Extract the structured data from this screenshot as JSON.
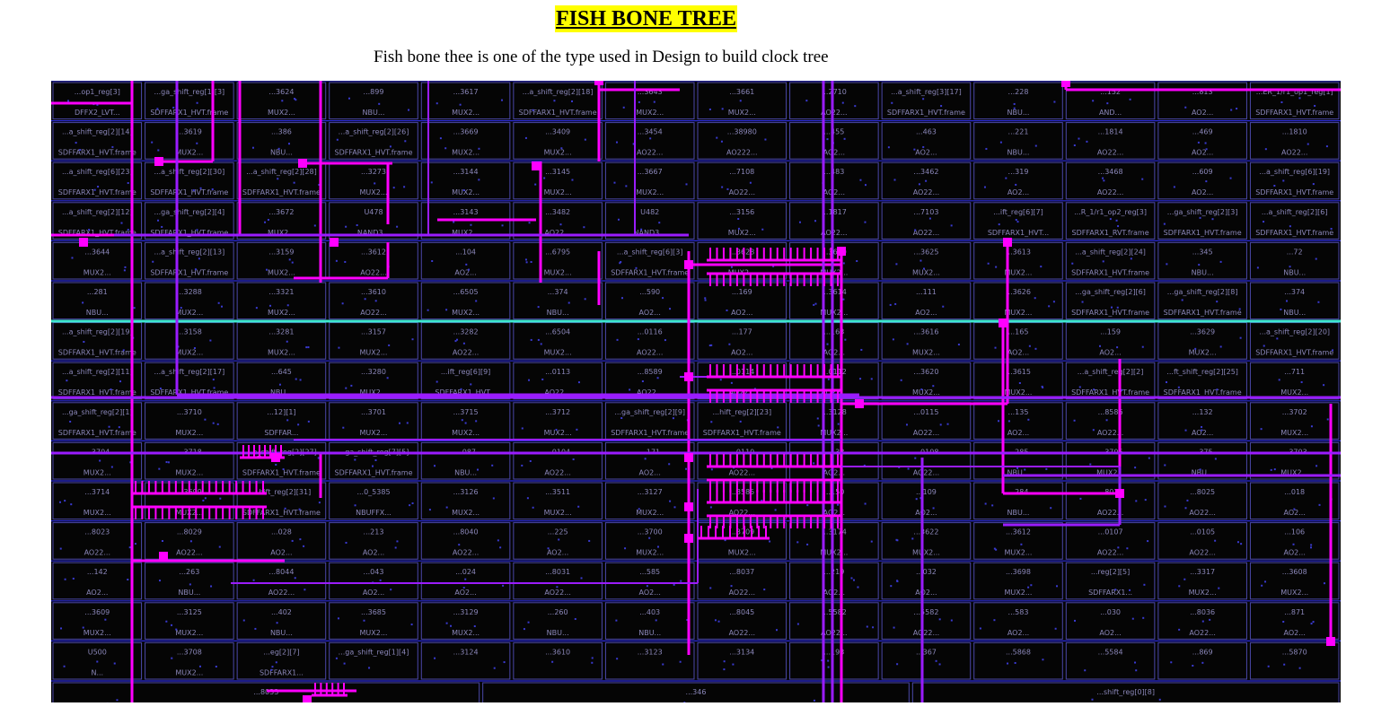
{
  "page": {
    "heading": "FISH BONE TREE",
    "subtitle": "Fish bone thee is one of the type used in Design to build clock tree"
  },
  "colors": {
    "background": "#ffffff",
    "heading_highlight": "#ffff00",
    "layout_background": "#050505",
    "row_line": "#2b2bd8",
    "cell_border": "#4a47a8",
    "clock_net_primary": "#ff00ff",
    "clock_net_secondary": "#9a1cff",
    "highlight_row": "#3ee8d0",
    "cell_label": "#8a86b8"
  },
  "layout": {
    "cells": [
      {
        "name": "...op1_reg[3]",
        "type": "DFFX2_LVT..."
      },
      {
        "name": "...ga_shift_reg[1][3]",
        "type": "SDFFARX1_HVT.frame"
      },
      {
        "name": "...3624",
        "type": "MUX2..."
      },
      {
        "name": "...899",
        "type": "NBU..."
      },
      {
        "name": "...3617",
        "type": "MUX2..."
      },
      {
        "name": "...a_shift_reg[2][18]",
        "type": "SDFFARX1_HVT.frame"
      },
      {
        "name": "...3643",
        "type": "MUX2..."
      },
      {
        "name": "...3661",
        "type": "MUX2..."
      },
      {
        "name": "...2710",
        "type": "AO22..."
      },
      {
        "name": "...a_shift_reg[3][17]",
        "type": "SDFFARX1_HVT.frame"
      },
      {
        "name": "...228",
        "type": "NBU..."
      },
      {
        "name": "...152",
        "type": "AND..."
      },
      {
        "name": "...813",
        "type": "AO2..."
      },
      {
        "name": "...ER_1/r1_op1_reg[1]",
        "type": "SDFFARX1_HVT.frame"
      },
      {
        "name": "...a_shift_reg[2][14]",
        "type": "SDFFARX1_HVT.frame"
      },
      {
        "name": "...3619",
        "type": "MUX2..."
      },
      {
        "name": "...386",
        "type": "NBU..."
      },
      {
        "name": "...a_shift_reg[2][26]",
        "type": "SDFFARX1_HVT.frame"
      },
      {
        "name": "...3669",
        "type": "MUX2..."
      },
      {
        "name": "...3409",
        "type": "MUX2..."
      },
      {
        "name": "...3454",
        "type": "AO22..."
      },
      {
        "name": "...38980",
        "type": "AO222..."
      },
      {
        "name": "...455",
        "type": "AO2..."
      },
      {
        "name": "...463",
        "type": "AO2..."
      },
      {
        "name": "...221",
        "type": "NBU..."
      },
      {
        "name": "...1814",
        "type": "AO22..."
      },
      {
        "name": "...469",
        "type": "AO2..."
      },
      {
        "name": "...1810",
        "type": "AO22..."
      },
      {
        "name": "...a_shift_reg[6][23]",
        "type": "SDFFARX1_HVT.frame"
      },
      {
        "name": "...a_shift_reg[2][30]",
        "type": "SDFFARX1_HVT.frame"
      },
      {
        "name": "...a_shift_reg[2][28]",
        "type": "SDFFARX1_HVT.frame"
      },
      {
        "name": "...3273",
        "type": "MUX2..."
      },
      {
        "name": "...3144",
        "type": "MUX2..."
      },
      {
        "name": "...3145",
        "type": "MUX2..."
      },
      {
        "name": "...3667",
        "type": "MUX2..."
      },
      {
        "name": "...7108",
        "type": "AO22..."
      },
      {
        "name": "...483",
        "type": "AO2..."
      },
      {
        "name": "...3462",
        "type": "AO22..."
      },
      {
        "name": "...319",
        "type": "AO2..."
      },
      {
        "name": "...3468",
        "type": "AO22..."
      },
      {
        "name": "...609",
        "type": "AO2..."
      },
      {
        "name": "...a_shift_reg[6][19]",
        "type": "SDFFARX1_HVT.frame"
      },
      {
        "name": "...a_shift_reg[2][12]",
        "type": "SDFFARX1_HVT.frame"
      },
      {
        "name": "...ga_shift_reg[2][4]",
        "type": "SDFFARX1_HVT.frame"
      },
      {
        "name": "...3672",
        "type": "MUX2..."
      },
      {
        "name": "U478",
        "type": "NAND3..."
      },
      {
        "name": "...3143",
        "type": "MUX2..."
      },
      {
        "name": "...3482",
        "type": "AO22..."
      },
      {
        "name": "U482",
        "type": "NAND3..."
      },
      {
        "name": "...3156",
        "type": "MUX2..."
      },
      {
        "name": "...1817",
        "type": "AO22..."
      },
      {
        "name": "...7103",
        "type": "AO22..."
      },
      {
        "name": "...ift_reg[6][7]",
        "type": "SDFFARX1_HVT..."
      },
      {
        "name": "...R_1/r1_op2_reg[3]",
        "type": "SDFFARX1_RVT.frame"
      },
      {
        "name": "...ga_shift_reg[2][3]",
        "type": "SDFFARX1_HVT.frame"
      },
      {
        "name": "...a_shift_reg[2][6]",
        "type": "SDFFARX1_HVT.frame"
      },
      {
        "name": "...3644",
        "type": "MUX2..."
      },
      {
        "name": "...a_shift_reg[2][13]",
        "type": "SDFFARX1_HVT.frame"
      },
      {
        "name": "...3159",
        "type": "MUX2..."
      },
      {
        "name": "...3612",
        "type": "AO22..."
      },
      {
        "name": "...104",
        "type": "AO2..."
      },
      {
        "name": "...6795",
        "type": "MUX2..."
      },
      {
        "name": "...a_shift_reg[6][3]",
        "type": "SDFFARX1_HVT.frame"
      },
      {
        "name": "...3628",
        "type": "MUX2..."
      },
      {
        "name": "...3630",
        "type": "MUX2..."
      },
      {
        "name": "...3625",
        "type": "MUX2..."
      },
      {
        "name": "...3613",
        "type": "MUX2..."
      },
      {
        "name": "...a_shift_reg[2][24]",
        "type": "SDFFARX1_HVT.frame"
      },
      {
        "name": "...345",
        "type": "NBU..."
      },
      {
        "name": "...72",
        "type": "NBU..."
      },
      {
        "name": "...281",
        "type": "NBU..."
      },
      {
        "name": "...3288",
        "type": "MUX2..."
      },
      {
        "name": "...3321",
        "type": "MUX2..."
      },
      {
        "name": "...3610",
        "type": "AO22..."
      },
      {
        "name": "...6505",
        "type": "MUX2..."
      },
      {
        "name": "...374",
        "type": "NBU..."
      },
      {
        "name": "...590",
        "type": "AO2..."
      },
      {
        "name": "...169",
        "type": "AO2..."
      },
      {
        "name": "...3614",
        "type": "MUX2..."
      },
      {
        "name": "...111",
        "type": "AO2..."
      },
      {
        "name": "...3626",
        "type": "MUX2..."
      },
      {
        "name": "...ga_shift_reg[2][6]",
        "type": "SDFFARX1_HVT.frame"
      },
      {
        "name": "...ga_shift_reg[2][8]",
        "type": "SDFFARX1_HVT.frame"
      },
      {
        "name": "...374",
        "type": "NBU..."
      },
      {
        "name": "...a_shift_reg[2][19]",
        "type": "SDFFARX1_HVT.frame"
      },
      {
        "name": "...3158",
        "type": "MUX2..."
      },
      {
        "name": "...3281",
        "type": "MUX2..."
      },
      {
        "name": "...3157",
        "type": "MUX2..."
      },
      {
        "name": "...3282",
        "type": "AO22..."
      },
      {
        "name": "...6504",
        "type": "MUX2..."
      },
      {
        "name": "...0116",
        "type": "AO22..."
      },
      {
        "name": "...177",
        "type": "AO2..."
      },
      {
        "name": "...163",
        "type": "AO2..."
      },
      {
        "name": "...3616",
        "type": "MUX2..."
      },
      {
        "name": "...165",
        "type": "AO2..."
      },
      {
        "name": "...159",
        "type": "AO2..."
      },
      {
        "name": "...3629",
        "type": "MUX2..."
      },
      {
        "name": "...a_shift_reg[2][20]",
        "type": "SDFFARX1_HVT.frame"
      },
      {
        "name": "...a_shift_reg[2][11]",
        "type": "SDFFARX1_HVT.frame"
      },
      {
        "name": "...a_shift_reg[2][17]",
        "type": "SDFFARX1_HVT.frame"
      },
      {
        "name": "...645",
        "type": "NBU..."
      },
      {
        "name": "...3280",
        "type": "MUX2..."
      },
      {
        "name": "...ift_reg[6][9]",
        "type": "SDFFARX1_HVT..."
      },
      {
        "name": "...0113",
        "type": "AO22..."
      },
      {
        "name": "...8589",
        "type": "AO22..."
      },
      {
        "name": "...0114",
        "type": "AO22..."
      },
      {
        "name": "...0112",
        "type": "AO22..."
      },
      {
        "name": "...3620",
        "type": "MUX2..."
      },
      {
        "name": "...3615",
        "type": "MUX2..."
      },
      {
        "name": "...a_shift_reg[2][2]",
        "type": "SDFFARX1_HVT.frame"
      },
      {
        "name": "...ft_shift_reg[2][25]",
        "type": "SDFFARX1_HVT.frame"
      },
      {
        "name": "...711",
        "type": "MUX2..."
      },
      {
        "name": "...ga_shift_reg[2][1]",
        "type": "SDFFARX1_HVT.frame"
      },
      {
        "name": "...3710",
        "type": "MUX2..."
      },
      {
        "name": "...12][1]",
        "type": "SDFFAR..."
      },
      {
        "name": "...3701",
        "type": "MUX2..."
      },
      {
        "name": "...3715",
        "type": "MUX2..."
      },
      {
        "name": "...3712",
        "type": "MUX2..."
      },
      {
        "name": "...ga_shift_reg[2][9]",
        "type": "SDFFARX1_HVT.frame"
      },
      {
        "name": "...hift_reg[2][23]",
        "type": "SDFFARX1_HVT.frame"
      },
      {
        "name": "...3128",
        "type": "MUX2..."
      },
      {
        "name": "...0115",
        "type": "AO22..."
      },
      {
        "name": "...135",
        "type": "AO2..."
      },
      {
        "name": "...8586",
        "type": "AO22..."
      },
      {
        "name": "...132",
        "type": "AO2..."
      },
      {
        "name": "...3702",
        "type": "MUX2..."
      },
      {
        "name": "...3704",
        "type": "MUX2..."
      },
      {
        "name": "...3718",
        "type": "MUX2..."
      },
      {
        "name": "...a_shift_reg[2][27]",
        "type": "SDFFARX1_HVT.frame"
      },
      {
        "name": "...ga_shift_reg[7][5]",
        "type": "SDFFARX1_HVT.frame"
      },
      {
        "name": "...087",
        "type": "NBU..."
      },
      {
        "name": "...0104",
        "type": "AO22..."
      },
      {
        "name": "...171",
        "type": "AO2..."
      },
      {
        "name": "...0110",
        "type": "AO22..."
      },
      {
        "name": "...138",
        "type": "AO2..."
      },
      {
        "name": "...0108",
        "type": "AO22..."
      },
      {
        "name": "...285",
        "type": "NBU..."
      },
      {
        "name": "...3705",
        "type": "MUX2..."
      },
      {
        "name": "...375",
        "type": "NBU..."
      },
      {
        "name": "...3703",
        "type": "MUX2..."
      },
      {
        "name": "...3714",
        "type": "MUX2..."
      },
      {
        "name": "...3699",
        "type": "MUX2..."
      },
      {
        "name": "...hift_reg[2][31]",
        "type": "SDFFARX1_HVT.frame"
      },
      {
        "name": "...0_5385",
        "type": "NBUFFX..."
      },
      {
        "name": "...3126",
        "type": "MUX2..."
      },
      {
        "name": "...3511",
        "type": "MUX2..."
      },
      {
        "name": "...3127",
        "type": "MUX2..."
      },
      {
        "name": "...8585",
        "type": "AO22..."
      },
      {
        "name": "...150",
        "type": "AO2..."
      },
      {
        "name": "...109",
        "type": "AO2..."
      },
      {
        "name": "...284",
        "type": "NBU..."
      },
      {
        "name": "...8019",
        "type": "AO22..."
      },
      {
        "name": "...8025",
        "type": "AO22..."
      },
      {
        "name": "...018",
        "type": "AO2..."
      },
      {
        "name": "...8023",
        "type": "AO22..."
      },
      {
        "name": "...8029",
        "type": "AO22..."
      },
      {
        "name": "...028",
        "type": "AO2..."
      },
      {
        "name": "...213",
        "type": "AO2..."
      },
      {
        "name": "...8040",
        "type": "AO22..."
      },
      {
        "name": "...225",
        "type": "AO2..."
      },
      {
        "name": "...3700",
        "type": "MUX2..."
      },
      {
        "name": "...3709",
        "type": "MUX2..."
      },
      {
        "name": "...3174",
        "type": "MUX2..."
      },
      {
        "name": "...3622",
        "type": "MUX2..."
      },
      {
        "name": "...3612",
        "type": "MUX2..."
      },
      {
        "name": "...0107",
        "type": "AO22..."
      },
      {
        "name": "...0105",
        "type": "AO22..."
      },
      {
        "name": "...106",
        "type": "AO2..."
      },
      {
        "name": "...142",
        "type": "AO2..."
      },
      {
        "name": "...263",
        "type": "NBU..."
      },
      {
        "name": "...8044",
        "type": "AO22..."
      },
      {
        "name": "...043",
        "type": "AO2..."
      },
      {
        "name": "...024",
        "type": "AO2..."
      },
      {
        "name": "...8031",
        "type": "AO22..."
      },
      {
        "name": "...585",
        "type": "AO2..."
      },
      {
        "name": "...8037",
        "type": "AO22..."
      },
      {
        "name": "...219",
        "type": "AO2..."
      },
      {
        "name": "...032",
        "type": "AO2..."
      },
      {
        "name": "...3698",
        "type": "MUX2..."
      },
      {
        "name": "...reg[2][5]",
        "type": "SDFFARX1..."
      },
      {
        "name": "...3317",
        "type": "MUX2..."
      },
      {
        "name": "...3608",
        "type": "MUX2..."
      },
      {
        "name": "...3609",
        "type": "MUX2..."
      },
      {
        "name": "...3125",
        "type": "MUX2..."
      },
      {
        "name": "...402",
        "type": "NBU..."
      },
      {
        "name": "...3685",
        "type": "MUX2..."
      },
      {
        "name": "...3129",
        "type": "MUX2..."
      },
      {
        "name": "...260",
        "type": "NBU..."
      },
      {
        "name": "...403",
        "type": "NBU..."
      },
      {
        "name": "...8045",
        "type": "AO22..."
      },
      {
        "name": "...5582",
        "type": "AO22..."
      },
      {
        "name": "...5582",
        "type": "AO22..."
      },
      {
        "name": "...583",
        "type": "AO2..."
      },
      {
        "name": "...030",
        "type": "AO2..."
      },
      {
        "name": "...8036",
        "type": "AO22..."
      },
      {
        "name": "...871",
        "type": "AO2..."
      },
      {
        "name": "U500",
        "type": "N..."
      },
      {
        "name": "...3708",
        "type": "MUX2..."
      },
      {
        "name": "...eg[2][7]",
        "type": "SDFFARX1..."
      },
      {
        "name": "...ga_shift_reg[1][4]",
        "type": ""
      },
      {
        "name": "...3124",
        "type": ""
      },
      {
        "name": "...3610",
        "type": ""
      },
      {
        "name": "...3123",
        "type": ""
      },
      {
        "name": "...3134",
        "type": ""
      },
      {
        "name": "...193",
        "type": ""
      },
      {
        "name": "...367",
        "type": ""
      },
      {
        "name": "...5868",
        "type": ""
      },
      {
        "name": "...5584",
        "type": ""
      },
      {
        "name": "...869",
        "type": ""
      },
      {
        "name": "...5870",
        "type": ""
      },
      {
        "name": "...8033",
        "type": ""
      },
      {
        "name": "...346",
        "type": ""
      },
      {
        "name": "...shift_reg[0][8]",
        "type": ""
      }
    ]
  }
}
